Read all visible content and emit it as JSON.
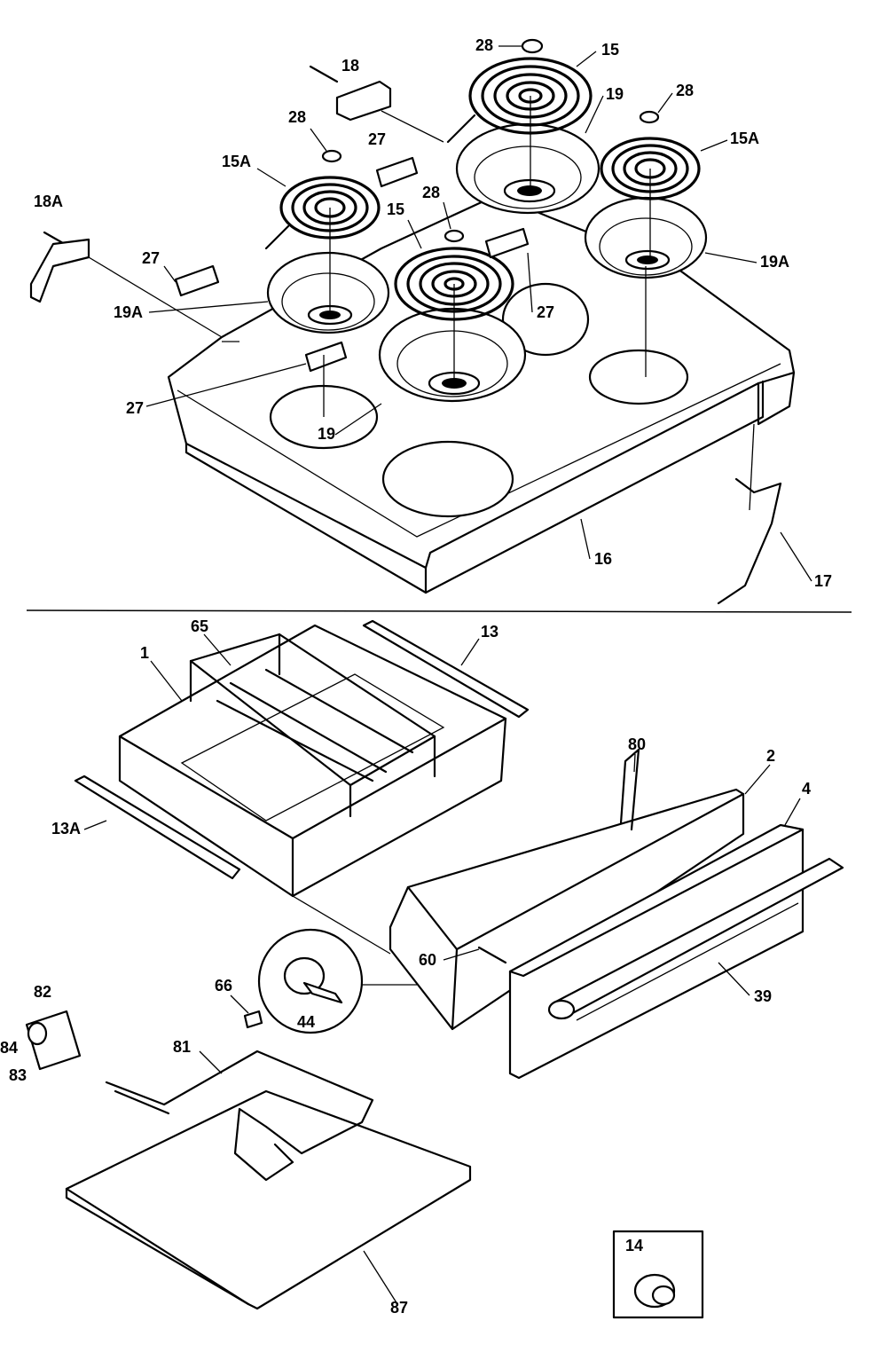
{
  "callouts": {
    "c15_top": "15",
    "c15_front": "15",
    "c15A_left": "15A",
    "c15A_right": "15A",
    "c18": "18",
    "c18A": "18A",
    "c28_top": "28",
    "c28_left": "28",
    "c28_mid": "28",
    "c28_right": "28",
    "c19_top": "19",
    "c19_front": "19",
    "c19A_left": "19A",
    "c19A_right": "19A",
    "c27_a": "27",
    "c27_b": "27",
    "c27_c": "27",
    "c27_d": "27",
    "c16": "16",
    "c17": "17",
    "c65": "65",
    "c1": "1",
    "c13": "13",
    "c13A": "13A",
    "c80": "80",
    "c2": "2",
    "c4": "4",
    "c60": "60",
    "c39": "39",
    "c44": "44",
    "c66": "66",
    "c81": "81",
    "c82": "82",
    "c84": "84",
    "c83": "83",
    "c87": "87",
    "c14": "14"
  }
}
